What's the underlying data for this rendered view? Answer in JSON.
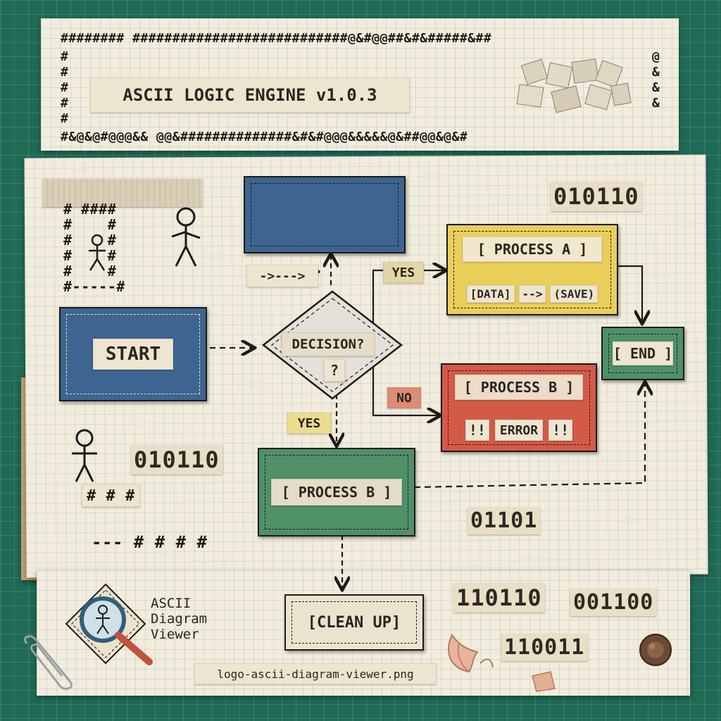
{
  "header": {
    "title": "ASCII LOGIC ENGINE v1.0.3",
    "border_top": "######## ###########################@&#@@##&#&#####&##",
    "border_bottom": "#&@&@#@@@&& @@&##############&#&#@@@&&&&&@&##@@&@&#",
    "border_left": "#\n#\n#\n#\n#",
    "border_right": "@\n&\n&\n&"
  },
  "diagram": {
    "start": "START",
    "decision": "DECISION?",
    "decision_q": "?",
    "yes_right": "YES",
    "yes_down": "YES",
    "no": "NO",
    "process_a_title": "[ PROCESS A ]",
    "process_a_data": "[DATA]",
    "process_a_arrow": "-->",
    "process_a_save": "(SAVE)",
    "process_b_err_title": "[ PROCESS B ]",
    "process_b_err_left": "!!",
    "process_b_err_text": "ERROR",
    "process_b_err_right": "!!",
    "process_b": "[ PROCESS B ]",
    "end": "[ END ]",
    "cleanup": "[CLEAN UP]",
    "arrow_text": "->--->"
  },
  "decor": {
    "bits_top": "010110",
    "bits_left": "010110",
    "bits_mid": "01101",
    "bits_b1": "110110",
    "bits_b2": "001100",
    "bits_b3": "110011",
    "hash_row1": "# # #",
    "hash_row2": "--- # # # #",
    "maze": "# ####\n#    #\n#    #\n#    #\n#    #\n#-----#"
  },
  "logo": {
    "line1": "ASCII",
    "line2": "Diagram",
    "line3": "Viewer",
    "filename": "logo-ascii-diagram-viewer.png"
  },
  "colors": {
    "blue": "#3d6590",
    "yellow": "#e9cf5a",
    "red": "#d45a48",
    "green": "#4f9068",
    "paper": "#f2ecdd"
  }
}
